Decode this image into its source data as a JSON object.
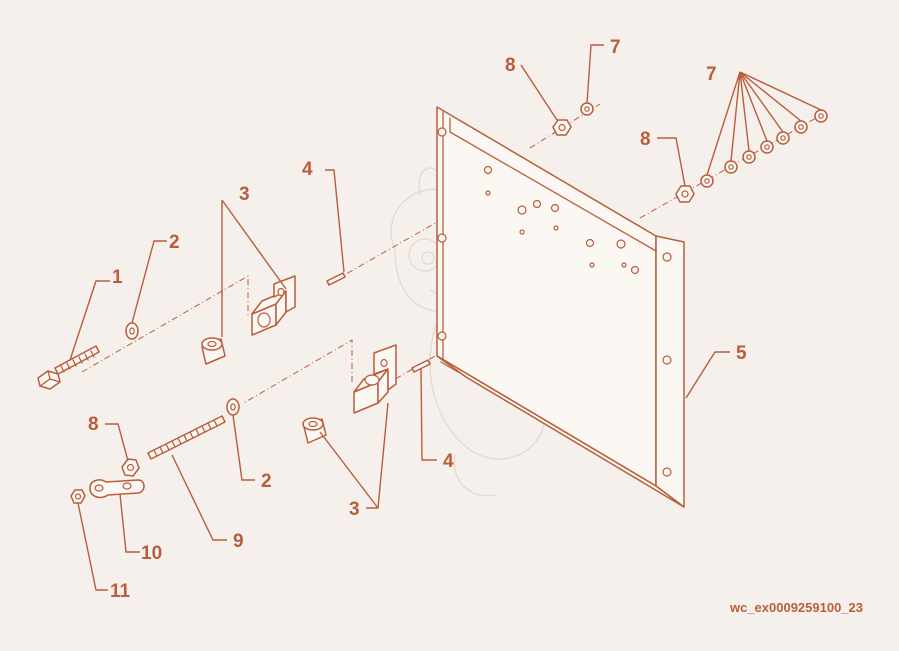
{
  "diagram": {
    "callouts": {
      "c1": "1",
      "c2a": "2",
      "c2b": "2",
      "c3a": "3",
      "c3b": "3",
      "c4a": "4",
      "c4b": "4",
      "c5": "5",
      "c7a": "7",
      "c7b": "7",
      "c8a": "8",
      "c8b": "8",
      "c8c": "8",
      "c9": "9",
      "c10": "10",
      "c11": "11"
    },
    "reference_code": "wc_ex0009259100_23",
    "colors": {
      "line": "#b95d3c",
      "background": "#f5f0eb",
      "watermark": "#e3d9d0"
    }
  }
}
